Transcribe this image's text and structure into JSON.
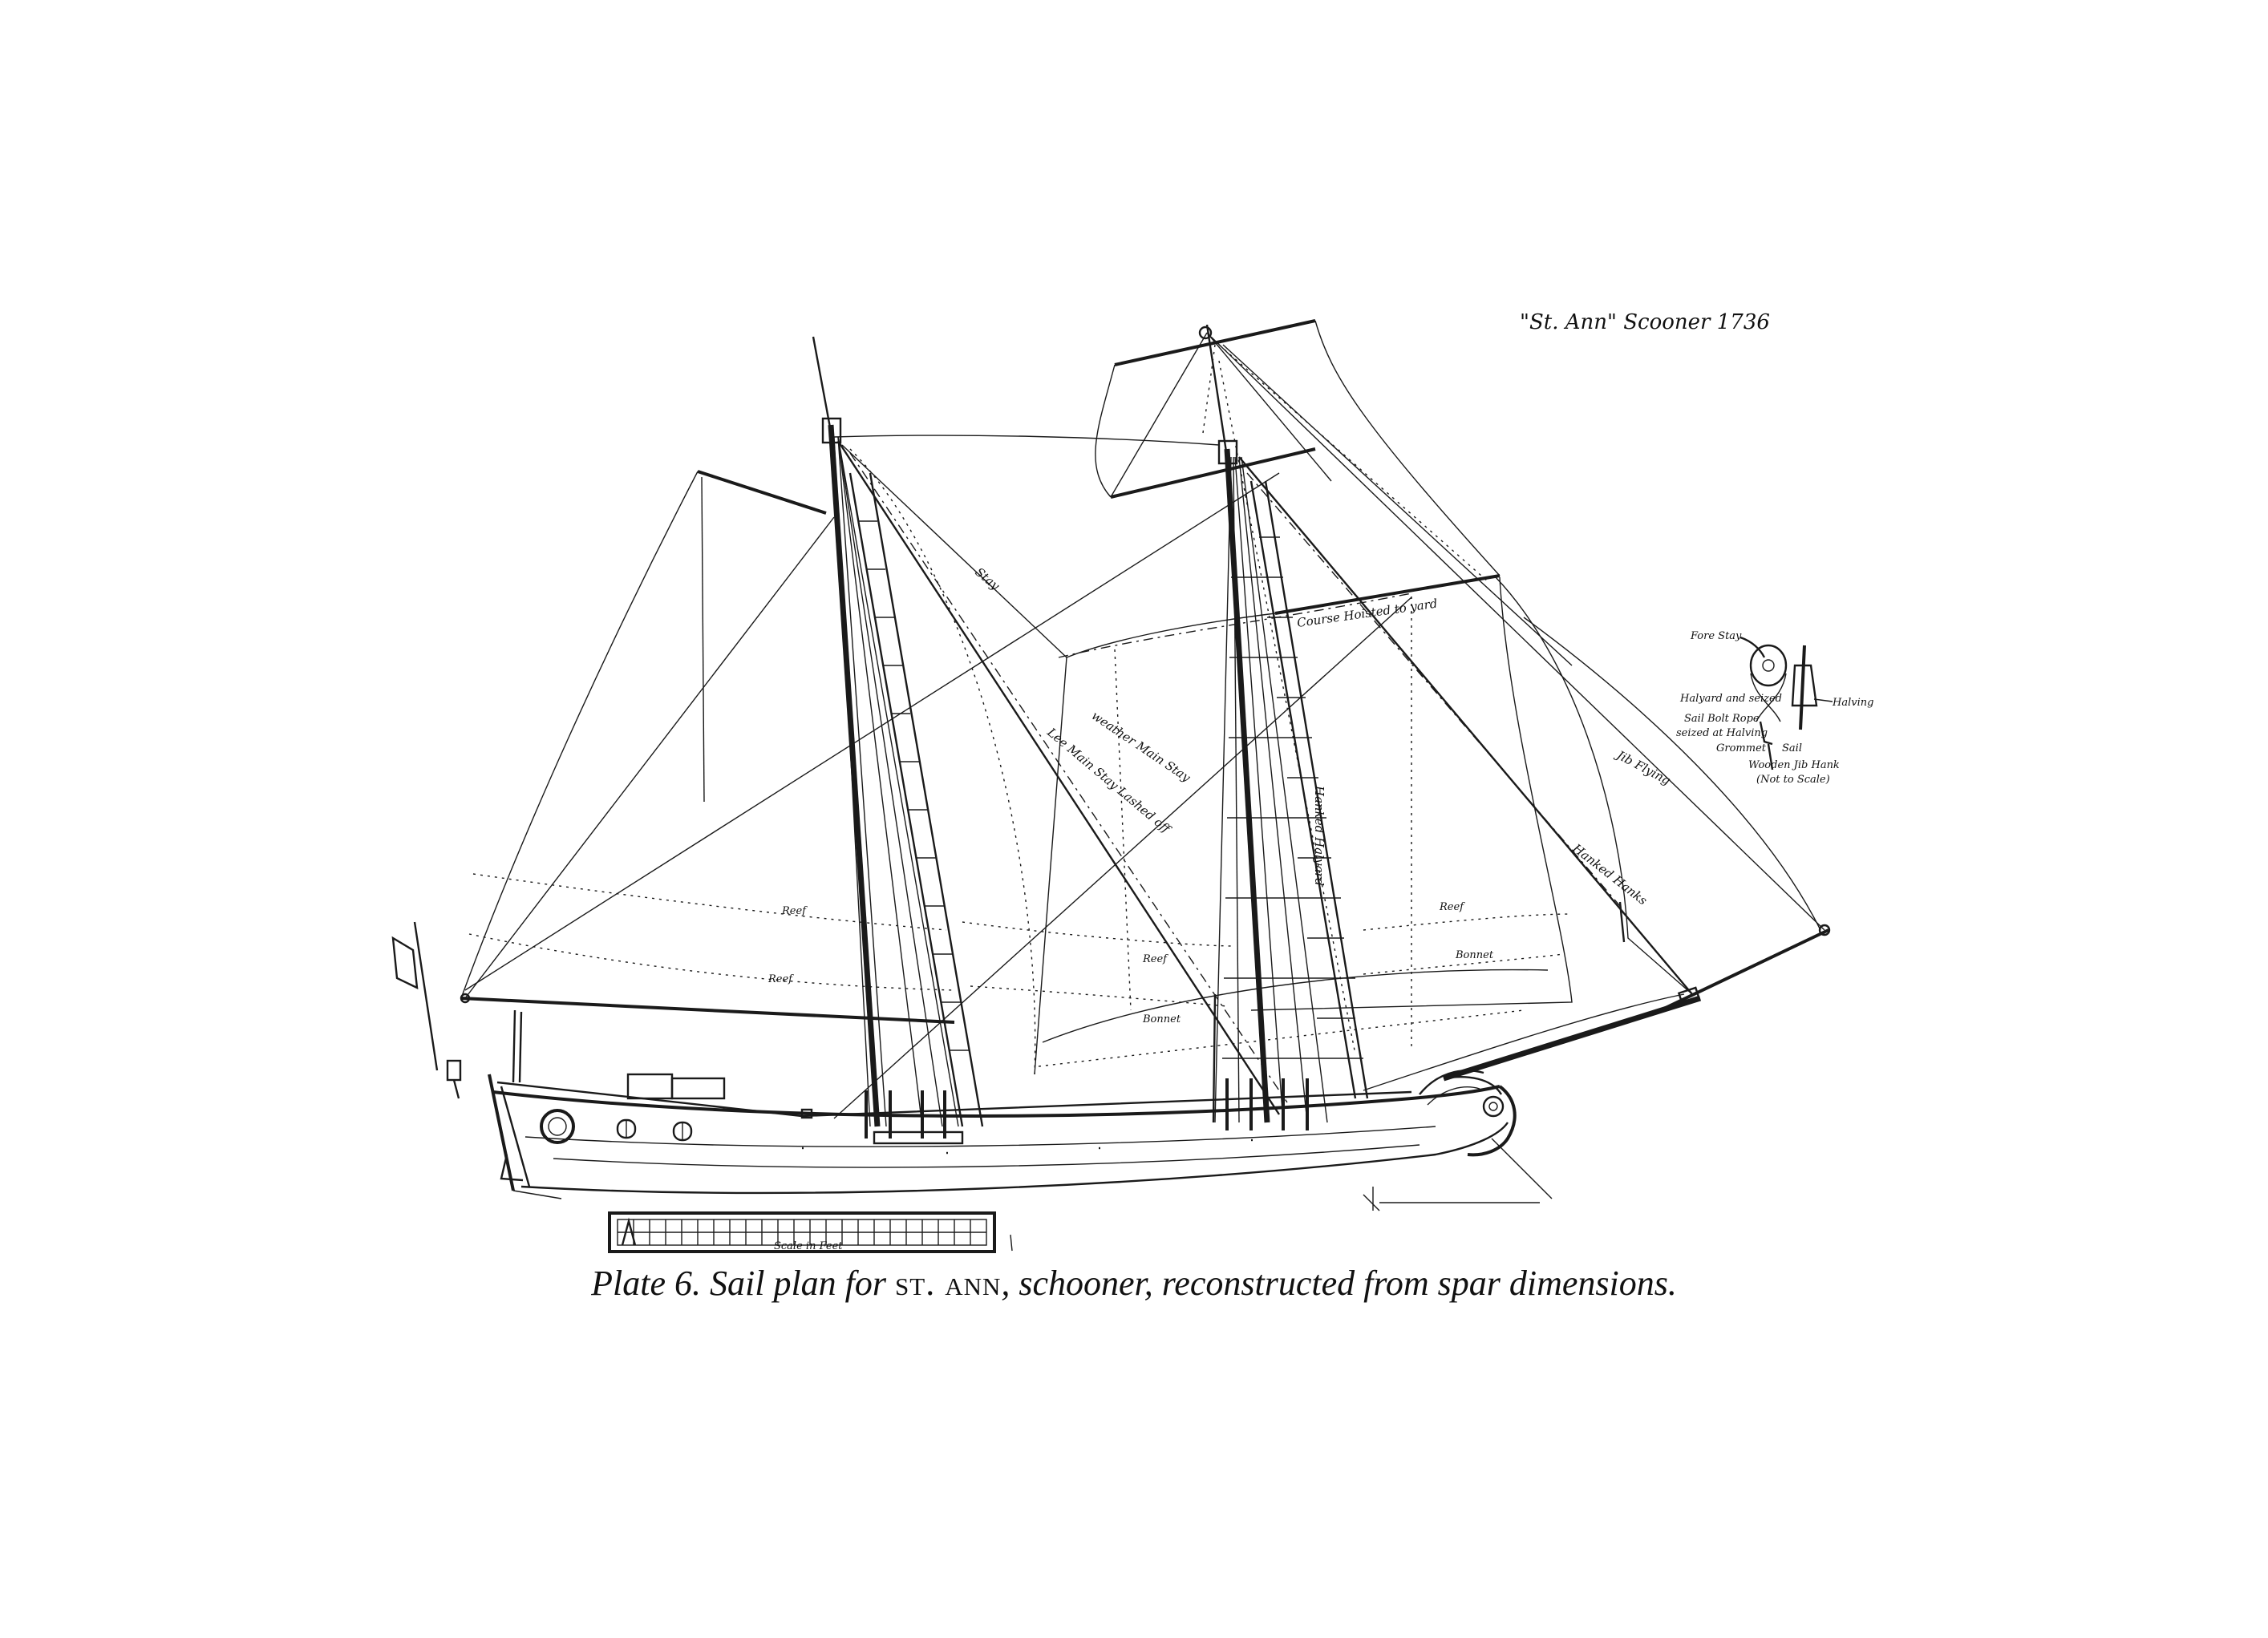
{
  "title_script": "\"St. Ann\" Scooner 1736",
  "caption": {
    "prefix": "Plate 6. Sail plan for ",
    "ship": "st. ann",
    "suffix": ", schooner, reconstructed from spar dimensions."
  },
  "labels": {
    "reef1": "Reef",
    "reef2": "Reef",
    "reef3": "Reef",
    "reef4": "Reef",
    "bonnet1": "Bonnet",
    "bonnet2": "Bonnet",
    "course_hoisted": "Course Hoisted to yard",
    "weather_main_stay": "weather Main Stay",
    "lee_main_stay": "Lee Main Stay Lashed off",
    "staysail": "Stay",
    "hoisted_halyard": "Hanked Halyard",
    "flying_jib": "Jib Flying",
    "jib_hanks": "Hanked Hanks",
    "scale": "Scale in Feet"
  },
  "detail": {
    "fore_stay": "Fore Stay",
    "halyard_seized": "Halyard and seized",
    "halving": "Halving",
    "sail_bolt_rope_1": "Sail Bolt Rope",
    "sail_bolt_rope_2": "seized at Halving",
    "grommet": "Grommet",
    "sail": "Sail",
    "wooden_jib_hank": "Wooden Jib Hank",
    "not_to_scale": "(Not to Scale)"
  },
  "colors": {
    "ink": "#1a1a1a",
    "paper": "#ffffff"
  }
}
